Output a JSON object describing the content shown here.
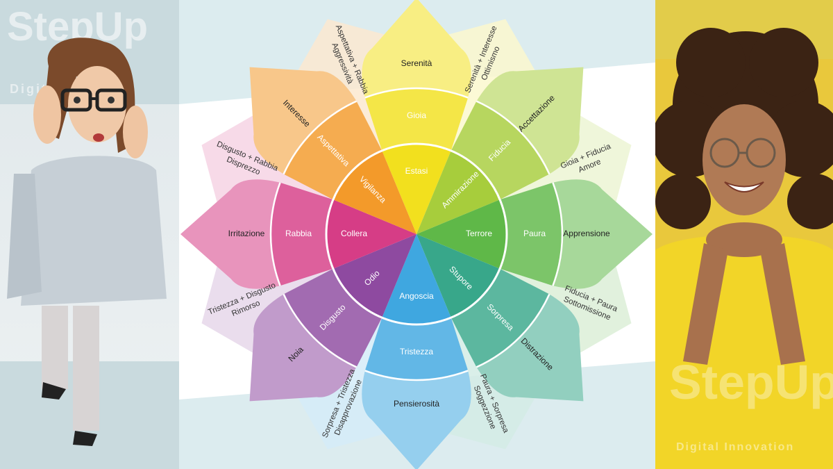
{
  "watermark_left": {
    "big": "StepUp",
    "small": "Digital"
  },
  "watermark_right": {
    "big": "StepUp",
    "small": "Digital Innovation"
  },
  "colors": {
    "gioia": "#f2e01e",
    "fiducia": "#a7cd3c",
    "paura": "#5fb848",
    "sorpresa": "#38a78a",
    "tristezza": "#3fa7e0",
    "disgusto": "#8e4aa0",
    "rabbia": "#d63d86",
    "anticipazione": "#f39a2a"
  },
  "wheel": {
    "petals": [
      {
        "key": "gioia",
        "inner": "Estasi",
        "mid": "Gioia",
        "outer": "Serenità"
      },
      {
        "key": "fiducia",
        "inner": "Ammirazione",
        "mid": "Fiducia",
        "outer": "Accettazione"
      },
      {
        "key": "paura",
        "inner": "Terrore",
        "mid": "Paura",
        "outer": "Apprensione"
      },
      {
        "key": "sorpresa",
        "inner": "Stupore",
        "mid": "Sorpresa",
        "outer": "Distrazione"
      },
      {
        "key": "tristezza",
        "inner": "Angoscia",
        "mid": "Tristezza",
        "outer": "Pensierosità"
      },
      {
        "key": "disgusto",
        "inner": "Odio",
        "mid": "Disgusto",
        "outer": "Noia"
      },
      {
        "key": "rabbia",
        "inner": "Collera",
        "mid": "Rabbia",
        "outer": "Irritazione"
      },
      {
        "key": "anticipazione",
        "inner": "Vigilanza",
        "mid": "Aspettativa",
        "outer": "Interesse"
      }
    ],
    "dyads": [
      {
        "line1": "Serenità + Interesse",
        "line2": "Ottimismo"
      },
      {
        "line1": "Gioia + Fiducia",
        "line2": "Amore"
      },
      {
        "line1": "Fiducia + Paura",
        "line2": "Sottomissione"
      },
      {
        "line1": "Paura + Sorpresa",
        "line2": "Soggezzione"
      },
      {
        "line1": "Sorpresa + Tristezza",
        "line2": "Disapprovazione"
      },
      {
        "line1": "Tristezza + Disgusto",
        "line2": "Rimorso"
      },
      {
        "line1": "Disgusto + Rabbia",
        "line2": "Disprezzo"
      },
      {
        "line1": "Aspettativa + Rabbia",
        "line2": "Aggressività"
      }
    ]
  }
}
